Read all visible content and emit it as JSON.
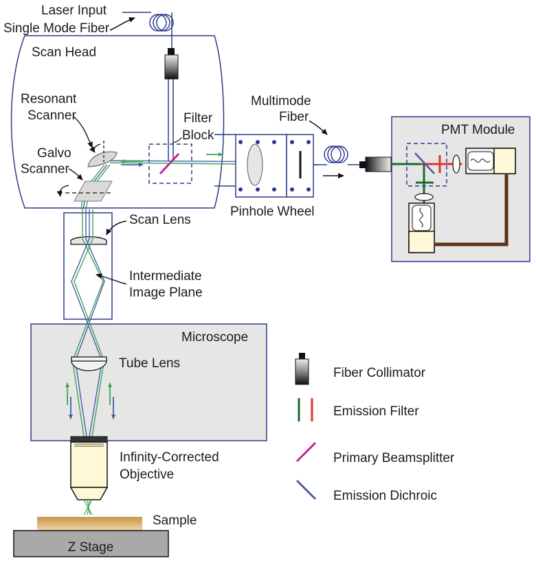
{
  "labels": {
    "laser_input": "Laser Input",
    "single_mode_fiber": "Single Mode Fiber",
    "scan_head": "Scan Head",
    "resonant": "Resonant",
    "scanner_1": "Scanner",
    "galvo": "Galvo",
    "scanner_2": "Scanner",
    "filter": "Filter",
    "block": "Block",
    "multimode": "Multimode",
    "fiber": "Fiber",
    "pmt_module": "PMT Module",
    "pinhole_wheel": "Pinhole Wheel",
    "scan_lens": "Scan Lens",
    "intermediate": "Intermediate",
    "image_plane": "Image Plane",
    "microscope": "Microscope",
    "tube_lens": "Tube Lens",
    "infinity_corrected": "Infinity-Corrected",
    "objective": "Objective",
    "sample": "Sample",
    "z_stage": "Z Stage"
  },
  "legend": [
    {
      "label": "Fiber Collimator",
      "icon": "fiber-collimator-icon"
    },
    {
      "label": "Emission Filter",
      "icon": "emission-filter-icon"
    },
    {
      "label": "Primary Beamsplitter",
      "icon": "primary-beamsplitter-icon"
    },
    {
      "label": "Emission Dichroic",
      "icon": "emission-dichroic-icon"
    }
  ],
  "colors": {
    "outline": "#2b3a8c",
    "beam_green": "#3aa655",
    "beam_blue": "#4a5aa8",
    "emission_green": "#1a6b2e",
    "emission_red": "#e0312f",
    "beamsplitter": "#cc1f8a",
    "dichroic": "#4a5aa8",
    "cable_brown": "#5a3318",
    "panel_gray": "#e6e6e6",
    "sample_gold": "#d9a85a",
    "stage_gray": "#a9a9a9"
  }
}
